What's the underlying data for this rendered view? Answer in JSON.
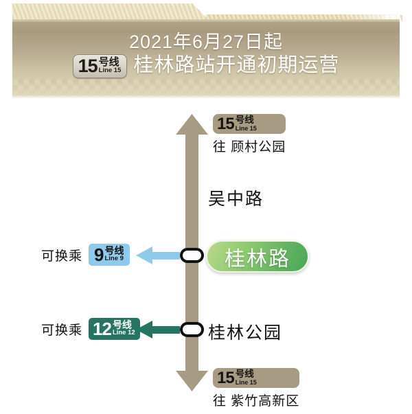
{
  "banner": {
    "line1": "2021年6月27日起",
    "badge": {
      "number": "15",
      "cn": "号线",
      "en": "Line 15"
    },
    "line2": "桂林路站开通初期运营"
  },
  "diagram": {
    "direction_top": {
      "badge": {
        "number": "15",
        "cn": "号线",
        "en": "Line 15"
      },
      "text": "往  顾村公园"
    },
    "direction_bottom": {
      "badge": {
        "number": "15",
        "cn": "号线",
        "en": "Line 15"
      },
      "text": "往  紫竹高新区"
    },
    "stations": {
      "wuzhonglu": "吴中路",
      "guilinlu": "桂林路",
      "guilingongyuan": "桂林公园"
    },
    "transfers": [
      {
        "label": "可换乘",
        "badge": {
          "number": "9",
          "cn": "号线",
          "en": "Line 9"
        },
        "color": "#8ecaec"
      },
      {
        "label": "可换乘",
        "badge": {
          "number": "12",
          "cn": "号线",
          "en": "Line 12"
        },
        "color": "#267563"
      }
    ]
  },
  "colors": {
    "line15": "#a89b83",
    "line9": "#8ecaec",
    "line12": "#267563",
    "station_highlight_green": "#63b45f",
    "banner_tan": "#b4a78d"
  }
}
